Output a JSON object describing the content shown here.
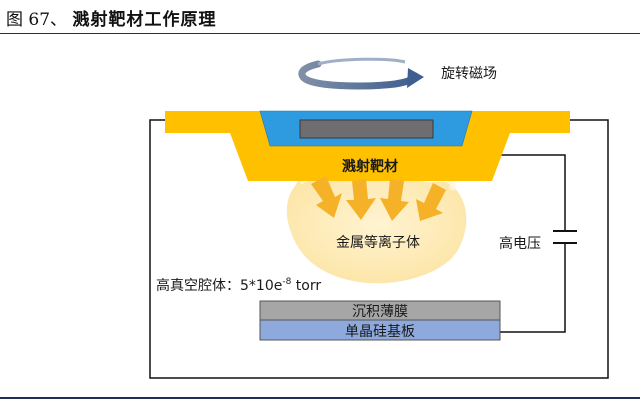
{
  "header": {
    "figure_number": "图 67、",
    "title": "溅射靶材工作原理"
  },
  "diagram": {
    "labels": {
      "rotating_field": "旋转磁场",
      "target": "溅射靶材",
      "plasma": "金属等离子体",
      "high_voltage": "高电压",
      "chamber_prefix": "高真空腔体：5*10e",
      "chamber_exp": "-8",
      "chamber_suffix": " torr",
      "film": "沉积薄膜",
      "substrate": "单晶硅基板"
    },
    "colors": {
      "target_yellow": "#FFC000",
      "magnet_blue": "#2E9BE0",
      "magnet_core": "#6E6E72",
      "plasma": "#FDE9B0",
      "arrow": "#F5B228",
      "film_gray": "#A6A6A6",
      "substrate_blue": "#8EA9DB",
      "wire": "#111111",
      "rule": "#1F2F5A"
    },
    "arrow_count": 4,
    "rotation_icon": "rotation-arrow-icon",
    "capacitor_icon": "capacitor-icon"
  }
}
